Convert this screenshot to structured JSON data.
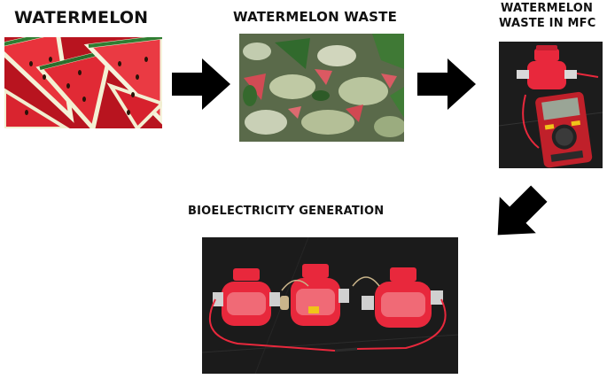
{
  "steps": [
    {
      "label": "WATERMELON",
      "image": "watermelon-slices-photo"
    },
    {
      "label": "WATERMELON WASTE",
      "image": "watermelon-waste-photo"
    },
    {
      "label_line1": "WATERMELON",
      "label_line2": "WASTE IN MFC",
      "image": "mfc-with-multimeter-photo"
    },
    {
      "label": "BIOELECTRICITY GENERATION",
      "image": "mfc-cells-array-photo"
    }
  ],
  "arrows": [
    "right-arrow",
    "right-arrow",
    "down-left-arrow"
  ],
  "colors": {
    "text": "#111111",
    "arrow": "#000000",
    "melon_red": "#d8232f",
    "rind_green": "#2f7d32",
    "mfc_red": "#e8283c",
    "multimeter_red": "#c0202a",
    "background_dark": "#1b1b1b"
  }
}
